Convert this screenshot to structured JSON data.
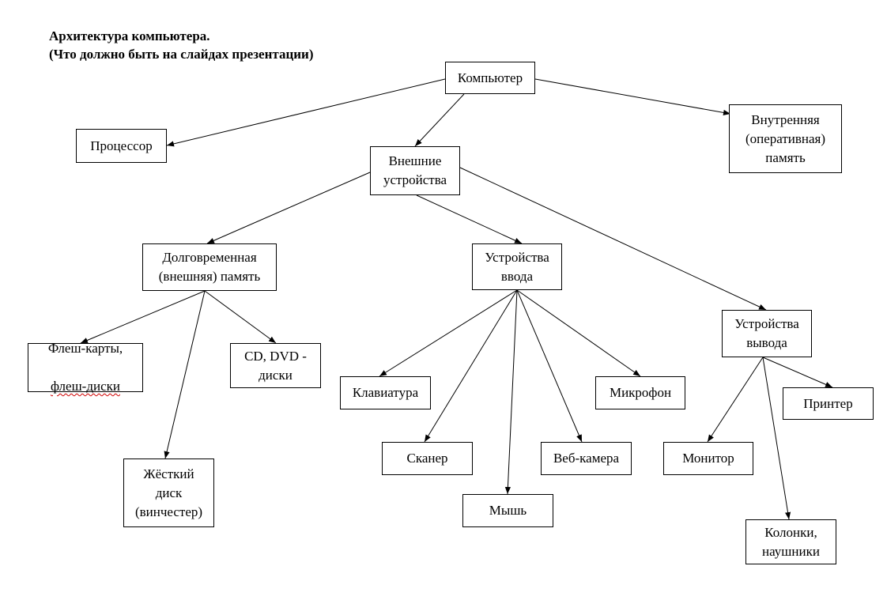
{
  "title": {
    "line1": "Архитектура компьютера.",
    "line2": "(Что должно быть на слайдах презентации)"
  },
  "nodes": {
    "computer": "Компьютер",
    "cpu": "Процессор",
    "ram": "Внутренняя\n(оперативная)\nпамять",
    "external": "Внешние\nустройства",
    "longterm": "Долговременная\n(внешняя) память",
    "input": "Устройства\nввода",
    "output": "Устройства\nвывода",
    "flash_line1": "Флеш-карты,",
    "flash_line2": "флеш-диски",
    "cd": "CD, DVD -\nдиски",
    "hdd": "Жёсткий\nдиск\n(винчестер)",
    "keyboard": "Клавиатура",
    "mic": "Микрофон",
    "scanner": "Сканер",
    "webcam": "Веб-камера",
    "mouse": "Мышь",
    "monitor": "Монитор",
    "printer": "Принтер",
    "speakers": "Колонки,\nнаушники"
  },
  "edges": [
    [
      "computer",
      "cpu"
    ],
    [
      "computer",
      "external"
    ],
    [
      "computer",
      "ram"
    ],
    [
      "external",
      "longterm"
    ],
    [
      "external",
      "input"
    ],
    [
      "external",
      "output"
    ],
    [
      "longterm",
      "flash"
    ],
    [
      "longterm",
      "hdd"
    ],
    [
      "longterm",
      "cd"
    ],
    [
      "input",
      "keyboard"
    ],
    [
      "input",
      "scanner"
    ],
    [
      "input",
      "mouse"
    ],
    [
      "input",
      "webcam"
    ],
    [
      "input",
      "mic"
    ],
    [
      "output",
      "monitor"
    ],
    [
      "output",
      "speakers"
    ],
    [
      "output",
      "printer"
    ]
  ],
  "colors": {
    "line": "#000000",
    "spellcheck_underline": "#d00000"
  }
}
